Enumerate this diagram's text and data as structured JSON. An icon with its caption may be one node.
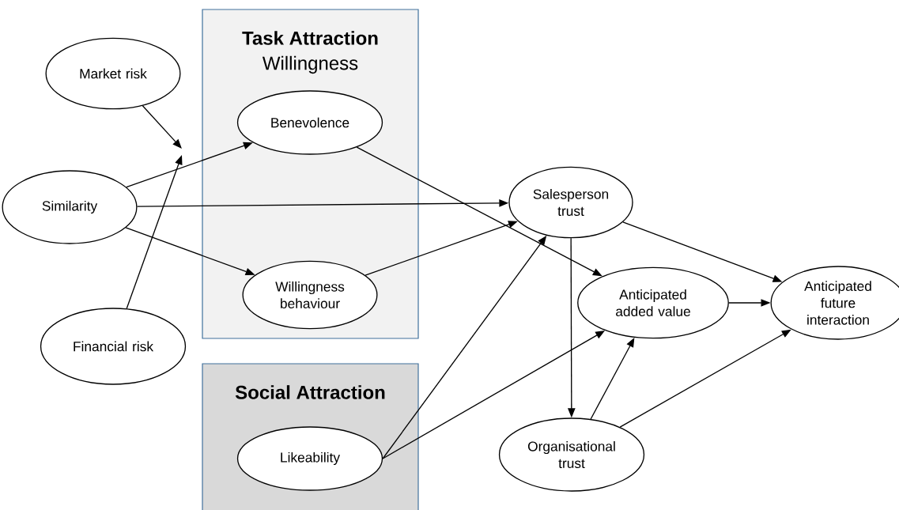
{
  "diagram": {
    "nodes": [
      {
        "text": [
          "Market risk"
        ]
      },
      {
        "text": [
          "Task Attraction",
          "Willingness"
        ]
      },
      {
        "text": [
          "Benevolence"
        ],
        "in": 1
      },
      {
        "text": [
          "Similarity"
        ]
      },
      {
        "text": [
          "Willingness behaviour"
        ],
        "in": 1
      },
      {
        "text": [
          "Financial risk"
        ]
      },
      {
        "text": [
          "Social Attraction"
        ]
      },
      {
        "text": [
          "Likeability"
        ],
        "in": 6
      },
      {
        "text": [
          "Salesperson trust"
        ]
      },
      {
        "text": [
          "Anticipated added value"
        ]
      },
      {
        "text": [
          "Organisational trust"
        ]
      },
      {
        "text": [
          "Anticipated future interaction"
        ]
      }
    ],
    "edges": [
      {
        "from": 0,
        "to": null,
        "arrow": "to"
      },
      {
        "from": 5,
        "to": null,
        "arrow": "to"
      },
      {
        "from": 3,
        "to": 2,
        "arrow": "to"
      },
      {
        "from": 3,
        "to": 8,
        "arrow": "to"
      },
      {
        "from": 3,
        "to": 4,
        "arrow": "to"
      },
      {
        "from": 2,
        "to": 9,
        "arrow": "to"
      },
      {
        "from": 4,
        "to": 8,
        "arrow": "to"
      },
      {
        "from": 7,
        "to": 8,
        "arrow": "to"
      },
      {
        "from": 7,
        "to": 9,
        "arrow": "to"
      },
      {
        "from": 8,
        "to": 10,
        "arrow": "to"
      },
      {
        "from": 8,
        "to": 11,
        "arrow": "to"
      },
      {
        "from": 9,
        "to": 11,
        "arrow": "to"
      },
      {
        "from": 10,
        "to": 9,
        "arrow": "to"
      },
      {
        "from": 10,
        "to": 11,
        "arrow": "to"
      }
    ]
  }
}
